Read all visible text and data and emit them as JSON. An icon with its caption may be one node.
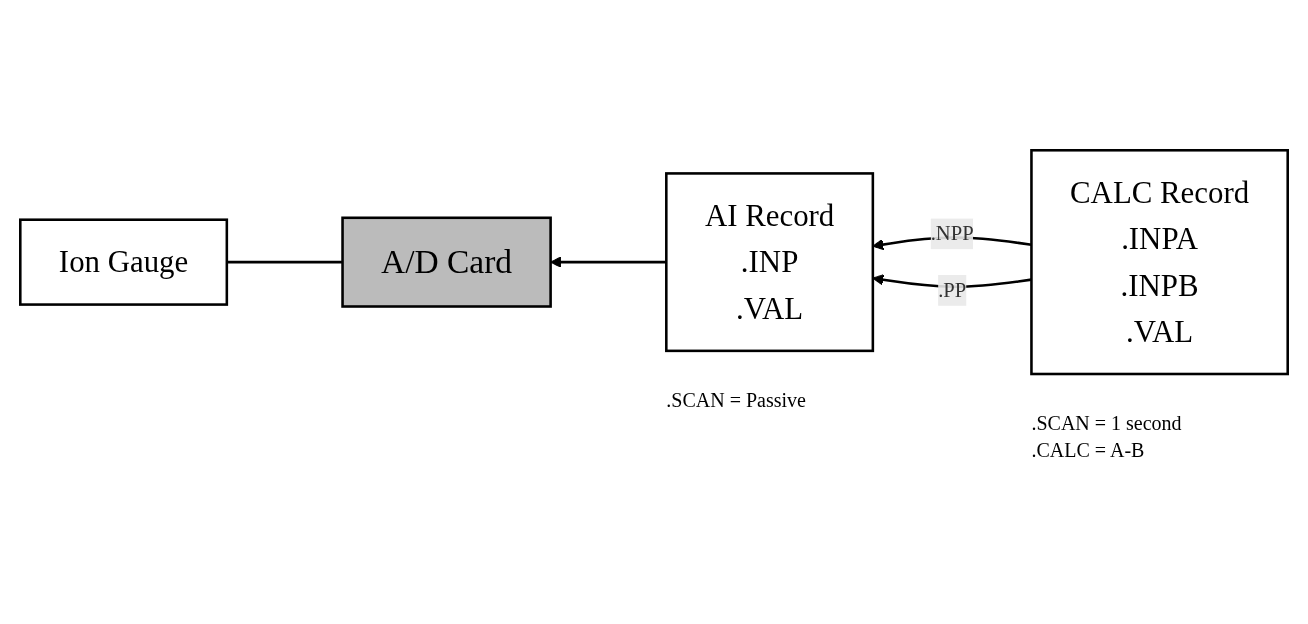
{
  "diagram": {
    "nodes": [
      {
        "text": [
          "Ion Gauge"
        ]
      },
      {
        "text": [
          "A/D Card"
        ]
      },
      {
        "text": [
          "AI Record",
          ".INP",
          ".VAL"
        ],
        "beside": [
          ".SCAN = Passive"
        ]
      },
      {
        "text": [
          "CALC Record",
          ".INPA",
          ".INPB",
          ".VAL"
        ],
        "beside": [
          ".SCAN = 1 second",
          ".CALC = A-B"
        ]
      }
    ],
    "edges": [
      {
        "from": 1,
        "to": 0,
        "arrow": "none"
      },
      {
        "from": 2,
        "to": 1,
        "arrow": "to"
      },
      {
        "from": 3,
        "to": 2,
        "arrow": "to",
        "label": ".NPP"
      },
      {
        "from": 3,
        "to": 2,
        "arrow": "to",
        "label": ".PP"
      }
    ]
  }
}
